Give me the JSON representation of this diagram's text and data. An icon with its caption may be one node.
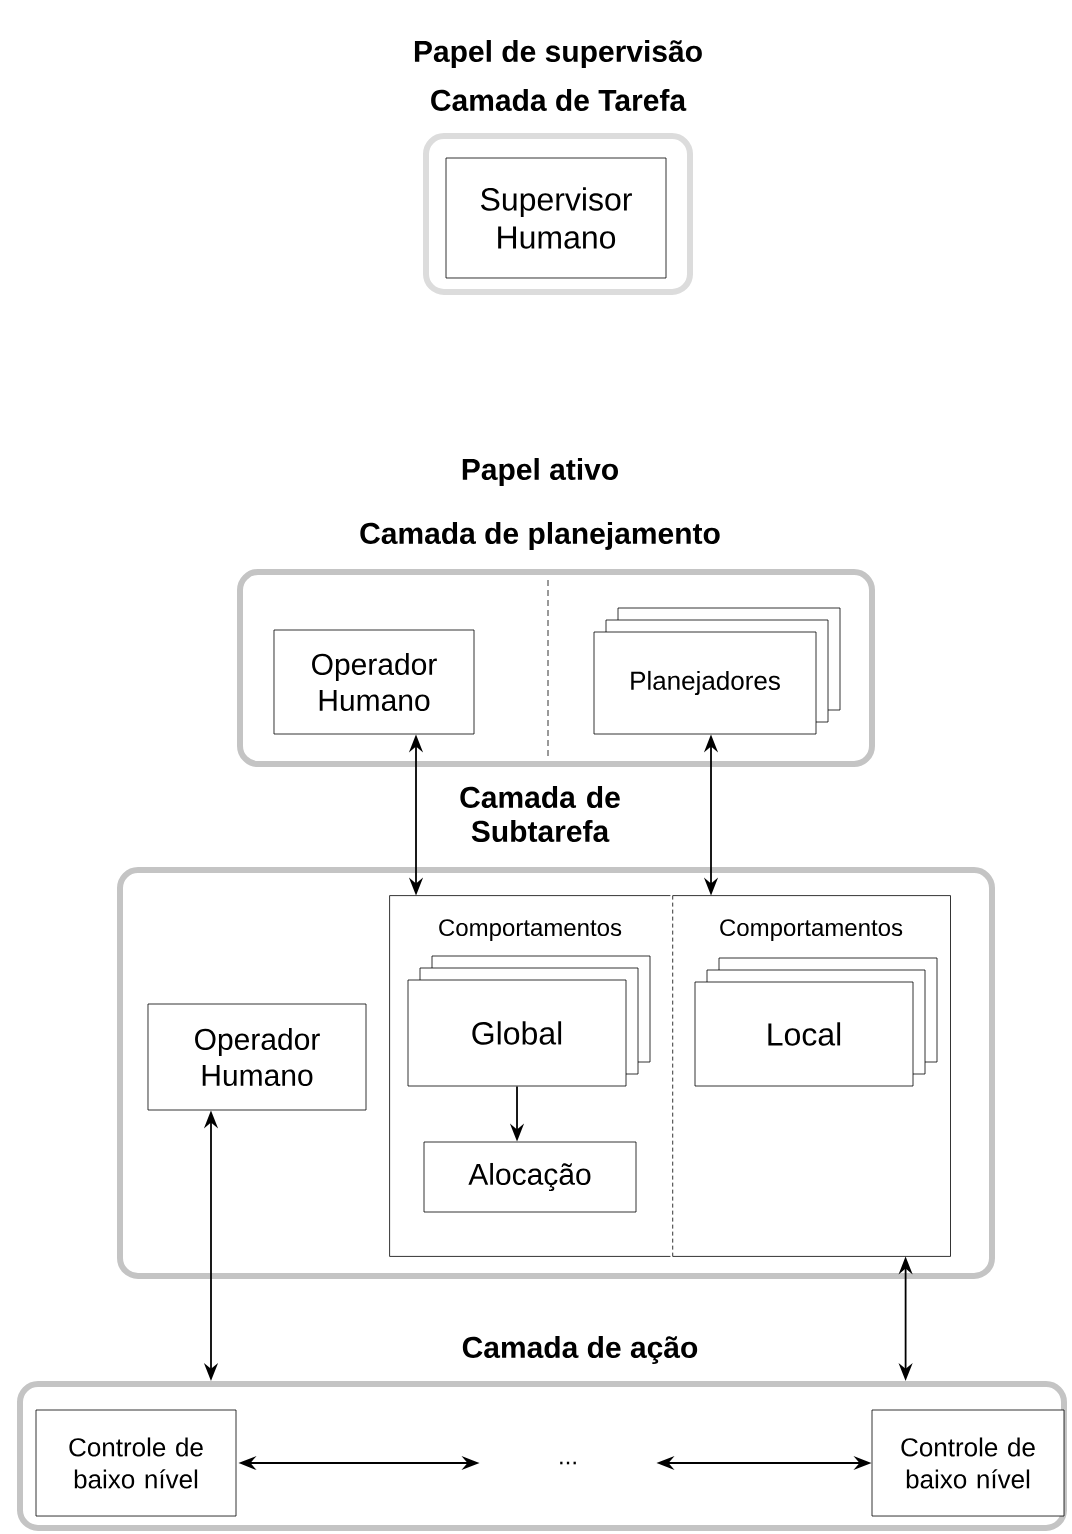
{
  "diagram": {
    "nodes": [
      {
        "text": [
          "Papel de supervisão",
          "Camada de Tarefa"
        ]
      },
      {
        "text": [
          "Supervisor Humano"
        ],
        "in": 0
      },
      {
        "text": [
          "Papel ativo",
          "Camada de planejamento"
        ]
      },
      {
        "text": [
          "Operador Humano"
        ],
        "in": 2
      },
      {
        "text": [
          "Planejadores"
        ],
        "in": 2
      },
      {
        "text": [
          "Camada de Subtarefa"
        ]
      },
      {
        "text": [
          "Operador Humano"
        ],
        "in": 5
      },
      {
        "text": [
          "Comportamentos"
        ],
        "in": 5
      },
      {
        "text": [
          "Comportamentos"
        ],
        "in": 5
      },
      {
        "text": [
          "Global"
        ],
        "in": 7
      },
      {
        "text": [
          "Alocação"
        ],
        "in": 7
      },
      {
        "text": [
          "Local"
        ],
        "in": 8
      },
      {
        "text": [
          "Camada de ação"
        ]
      },
      {
        "text": [
          "Controle de baixo nível"
        ],
        "in": 12
      },
      {
        "text": [
          "..."
        ],
        "in": 12
      },
      {
        "text": [
          "Controle de baixo nível"
        ],
        "in": 12
      }
    ],
    "edges": [
      {
        "from": 3,
        "to": 7,
        "arrow": "both"
      },
      {
        "from": 4,
        "to": 8,
        "arrow": "both"
      },
      {
        "from": 9,
        "to": 10,
        "arrow": "to"
      },
      {
        "from": 6,
        "to": 12,
        "arrow": "both"
      },
      {
        "from": 8,
        "to": 12,
        "arrow": "both"
      },
      {
        "from": 13,
        "to": 14,
        "arrow": "both"
      },
      {
        "from": 14,
        "to": 15,
        "arrow": "both"
      }
    ]
  }
}
